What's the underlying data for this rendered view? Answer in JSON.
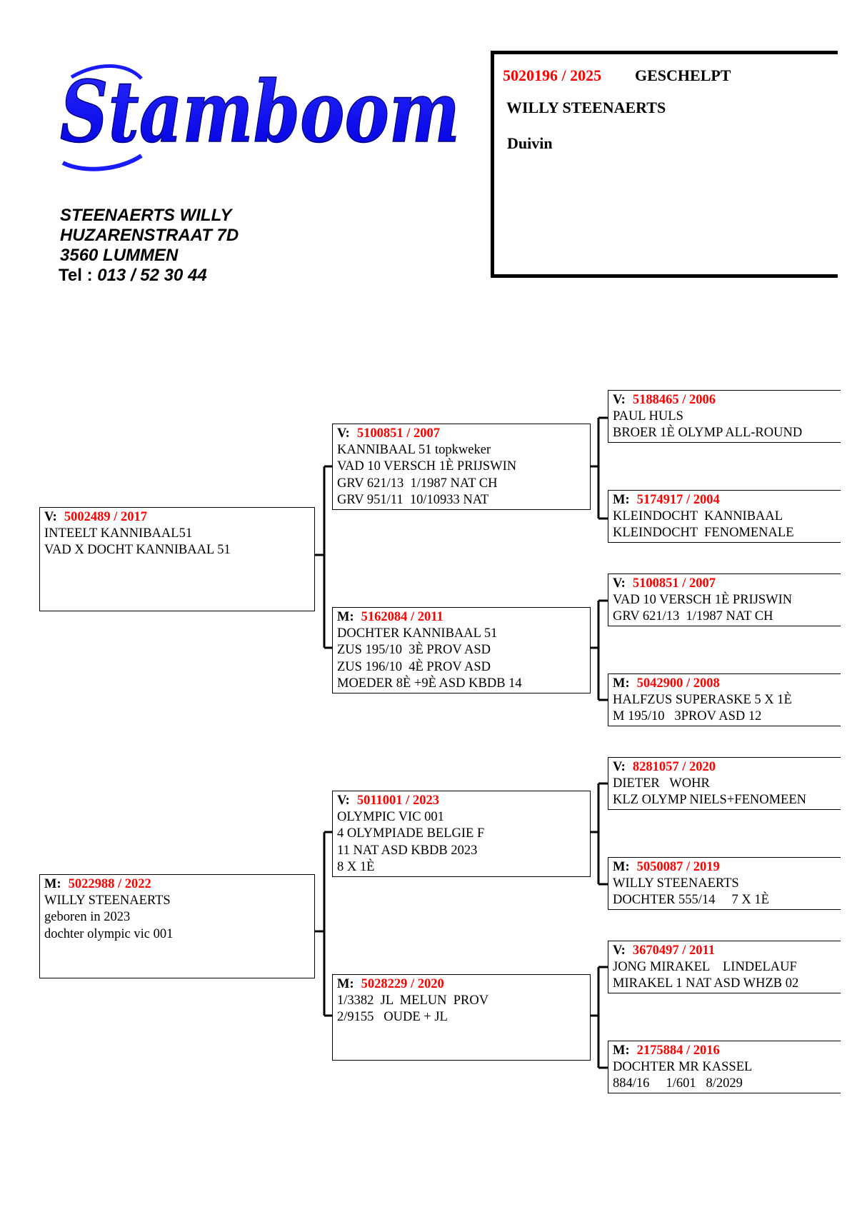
{
  "logo": {
    "text": "Stamboom",
    "color": "#1a1aff"
  },
  "owner": {
    "name": "STEENAERTS WILLY",
    "street": "HUZARENSTRAAT 7D",
    "city": "3560 LUMMEN",
    "tel_label": "Tel :",
    "tel_number": "013 / 52 30 44"
  },
  "subject": {
    "ring": "5020196 / 2025",
    "color": "GESCHELPT",
    "breeder": "WILLY STEENAERTS",
    "sex": "Duivin"
  },
  "pedigree": {
    "father": {
      "role": "V:",
      "ring": "5002489 / 2017",
      "lines": [
        "INTEELT KANNIBAAL51",
        "VAD X DOCHT KANNIBAAL 51"
      ]
    },
    "mother": {
      "role": "M:",
      "ring": "5022988 / 2022",
      "lines": [
        "WILLY STEENAERTS",
        "geboren in 2023",
        "dochter olympic vic 001"
      ]
    },
    "ff": {
      "role": "V:",
      "ring": "5100851 / 2007",
      "lines": [
        "KANNIBAAL 51 topkweker",
        "VAD 10 VERSCH 1È PRIJSWIN",
        "GRV 621/13  1/1987 NAT CH",
        "GRV 951/11  10/10933 NAT"
      ]
    },
    "fm": {
      "role": "M:",
      "ring": "5162084 / 2011",
      "lines": [
        "DOCHTER KANNIBAAL 51",
        "ZUS 195/10  3È PROV ASD",
        "ZUS 196/10  4È PROV ASD",
        "MOEDER 8È +9È ASD KBDB 14"
      ]
    },
    "mf": {
      "role": "V:",
      "ring": "5011001 / 2023",
      "lines": [
        "OLYMPIC VIC 001",
        "4 OLYMPIADE BELGIE F",
        "11 NAT ASD KBDB 2023",
        "8 X 1È"
      ]
    },
    "mm": {
      "role": "M:",
      "ring": "5028229 / 2020",
      "lines": [
        "1/3382  JL  MELUN  PROV",
        "2/9155   OUDE + JL"
      ]
    },
    "fff": {
      "role": "V:",
      "ring": "5188465 / 2006",
      "lines": [
        "PAUL HULS",
        "BROER 1È OLYMP ALL-ROUND"
      ]
    },
    "ffm": {
      "role": "M:",
      "ring": "5174917 / 2004",
      "lines": [
        "KLEINDOCHT  KANNIBAAL",
        "KLEINDOCHT  FENOMENALE"
      ]
    },
    "fmf": {
      "role": "V:",
      "ring": "5100851 / 2007",
      "lines": [
        "VAD 10 VERSCH 1È PRIJSWIN",
        "GRV 621/13  1/1987 NAT CH"
      ]
    },
    "fmm": {
      "role": "M:",
      "ring": "5042900 / 2008",
      "lines": [
        "HALFZUS SUPERASKE 5 X 1È",
        "M 195/10   3PROV ASD 12"
      ]
    },
    "mff": {
      "role": "V:",
      "ring": "8281057 / 2020",
      "lines": [
        "DIETER   WOHR",
        "KLZ OLYMP NIELS+FENOMEEN"
      ]
    },
    "mfm": {
      "role": "M:",
      "ring": "5050087 / 2019",
      "lines": [
        "WILLY STEENAERTS",
        "DOCHTER 555/14     7 X 1È"
      ]
    },
    "mmf": {
      "role": "V:",
      "ring": "3670497 / 2011",
      "lines": [
        "JONG MIRAKEL    LINDELAUF",
        "MIRAKEL 1 NAT ASD WHZB 02"
      ]
    },
    "mmm": {
      "role": "M:",
      "ring": "2175884 / 2016",
      "lines": [
        "DOCHTER MR KASSEL",
        "884/16     1/601   8/2029"
      ]
    }
  }
}
